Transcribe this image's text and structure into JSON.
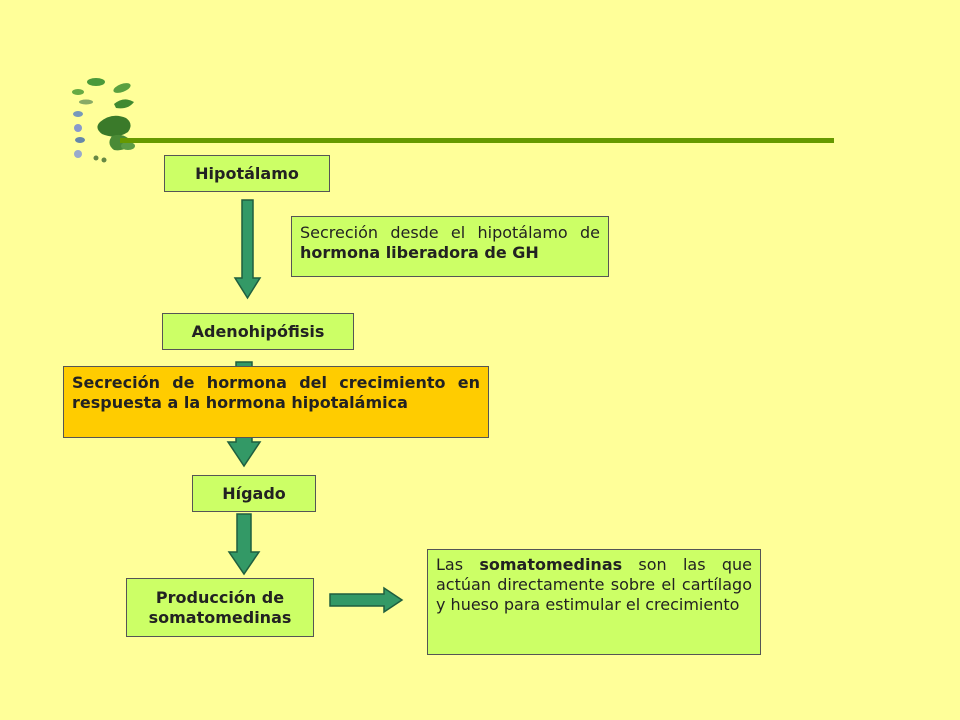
{
  "diagram": {
    "hypothalamus": "Hipotálamo",
    "hypothalamus_note": {
      "prefix": "Secreción desde el hipotálamo de ",
      "bold": "hormona liberadora de GH"
    },
    "adenohypophysis": "Adenohipófisis",
    "gh_secretion": "Secreción de hormona del crecimiento en respuesta a la hormona hipotalámica",
    "liver": "Hígado",
    "somatomedin_production": "Producción de somatomedinas",
    "somatomedin_note": {
      "prefix": "Las ",
      "bold": "somatomedinas",
      "suffix": " son las que actúan directamente sobre el cartílago y hueso para estimular el crecimiento"
    }
  },
  "colors": {
    "background": "#ffff99",
    "box_green": "#ccff66",
    "box_orange": "#ffcc00",
    "arrow_green": "#339966",
    "rule_green": "#669900"
  },
  "icons": [
    "frog-life-cycle-icon"
  ]
}
